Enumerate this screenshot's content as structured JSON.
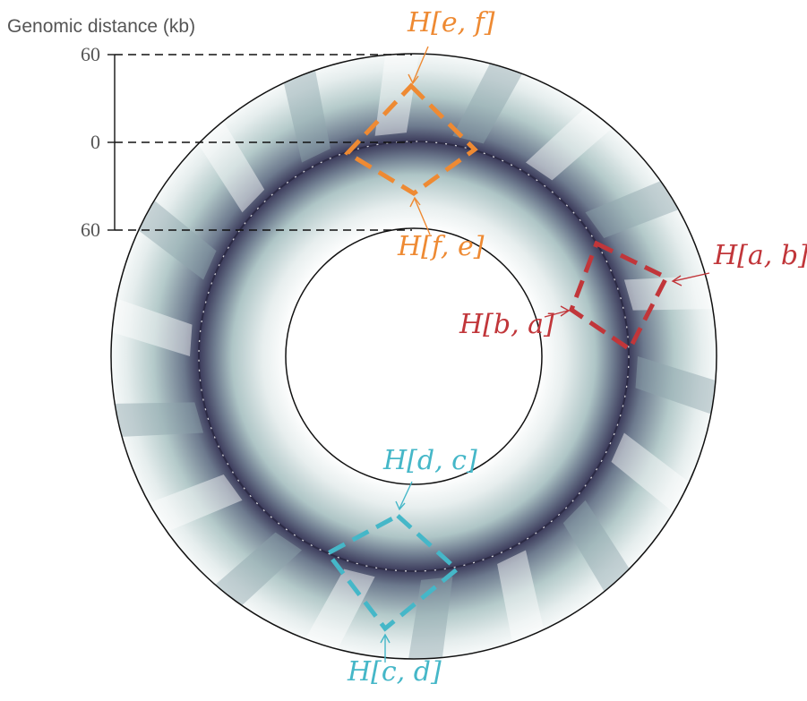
{
  "axis": {
    "title": "Genomic distance (kb)",
    "ticks": [
      "60",
      "0",
      "60"
    ]
  },
  "colors": {
    "orange": "#ee8a33",
    "red": "#c1363a",
    "cyan": "#45b7c8",
    "dark": "#3b3a5a",
    "light": "#b9cfcf"
  },
  "labels": {
    "ef": "H[e, f]",
    "fe": "H[f, e]",
    "ab": "H[a, b]",
    "ba": "H[b, a]",
    "dc": "H[d, c]",
    "cd": "H[c, d]"
  }
}
